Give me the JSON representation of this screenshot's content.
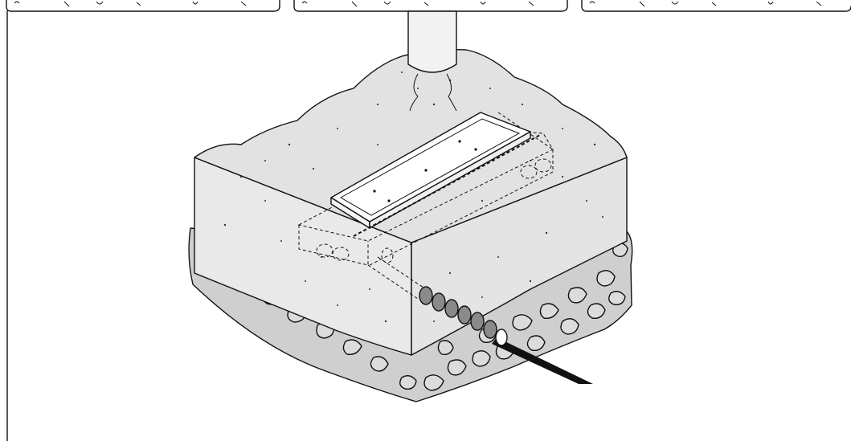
{
  "figure": {
    "subject": "",
    "tab_count": 3
  },
  "colors": {
    "background": "#ffffff",
    "concrete_fill": "#e4e4e4",
    "concrete_side": "#e9e9e9",
    "gravel_fill": "#cfcfcf",
    "stone_fill": "#dcdcdc",
    "pipe_fill": "#f2f2f2",
    "tray_fill": "#ffffff",
    "cable": "#111111",
    "sleeve_band": "#8a8a8a",
    "line": "#111111"
  },
  "icons": {
    "tabs": "rounded-tab-strip",
    "pipe": "vertical-pipe",
    "tray": "open-rectangular-tray",
    "cable": "sleeved-cable"
  }
}
